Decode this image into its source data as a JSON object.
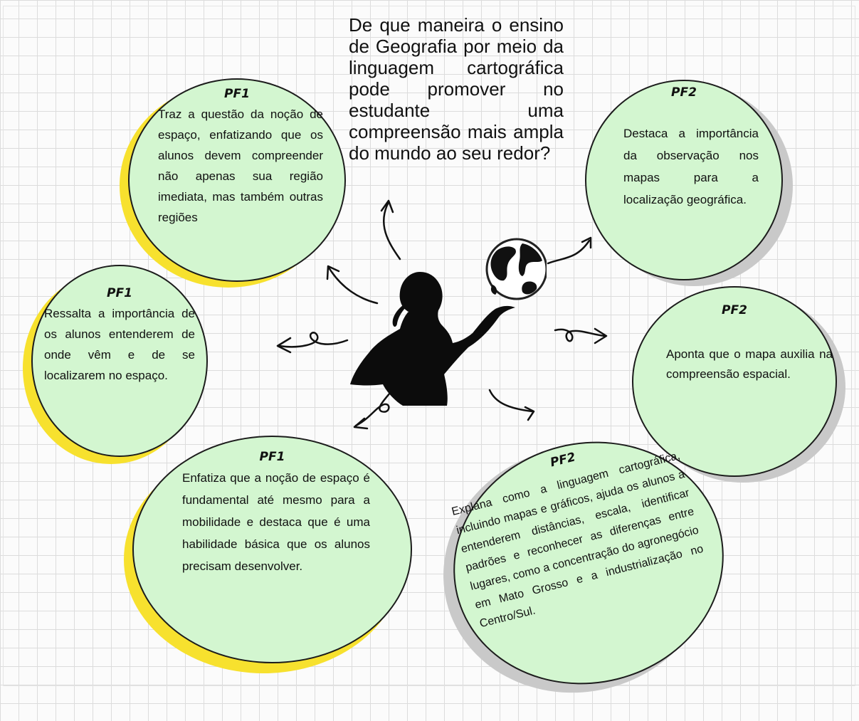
{
  "question": "De que maneira o ensino de Geografia por meio da linguagem cartográfica pode promover no estudante uma compreensão mais ampla do mundo ao seu redor?",
  "bubbles": {
    "top_left": {
      "title": "PF1",
      "text": "Traz a questão da noção de espaço, enfatizando que os alunos devem compreender não apenas sua região imediata, mas também outras regiões"
    },
    "mid_left": {
      "title": "PF1",
      "text": "Ressalta a importância de os alunos entenderem de onde vêm e de se localizarem no espaço."
    },
    "bottom_left": {
      "title": "PF1",
      "text": "Enfatiza que a noção de espaço é fundamental até mesmo para a mobilidade e destaca que é uma habilidade básica que os alunos precisam desenvolver."
    },
    "top_right": {
      "title": "PF2",
      "text": "Destaca a importância da observação nos mapas para a localização geográfica."
    },
    "mid_right": {
      "title": "PF2",
      "text": "Aponta que o mapa auxilia na compreensão espacial."
    },
    "bottom_right": {
      "title": "PF2",
      "text": "Explana como a linguagem cartográfica, incluindo mapas e gráficos, ajuda os alunos a entenderem distâncias, escala, identificar padrões e reconhecer as diferenças entre lugares, como a concentração do agronegócio em Mato Grosso e a industrialização no Centro/Sul."
    }
  },
  "colors": {
    "bubble_fill": "#d3f6d0",
    "left_shadow": "#f7e12e",
    "right_shadow": "#c9c9c9",
    "outline": "#1c1c1c"
  }
}
